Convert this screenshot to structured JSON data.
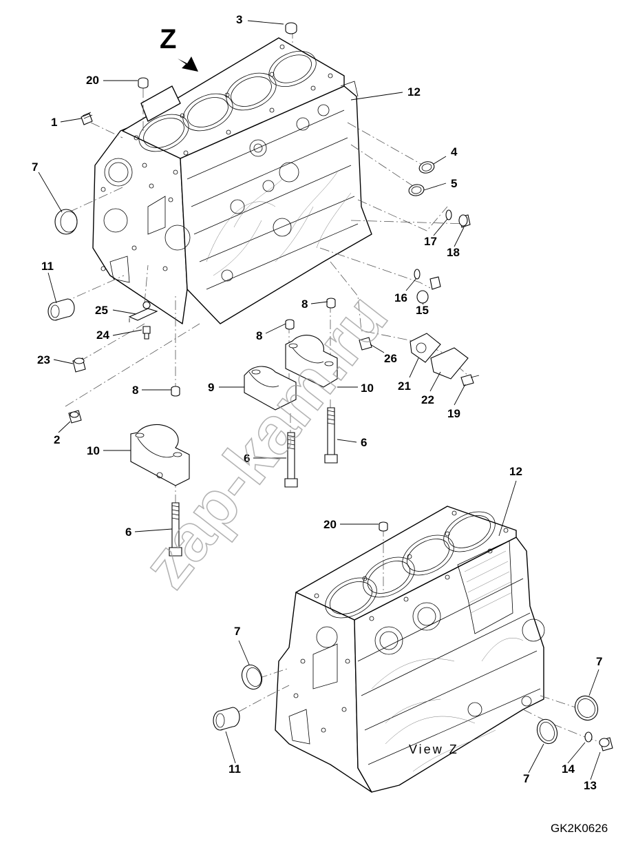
{
  "diagram": {
    "code": "GK2K0626",
    "view_caption": "View Z",
    "view_letter": "Z",
    "watermark": "zap-kam.ru",
    "labels": [
      {
        "id": "l3",
        "text": "3"
      },
      {
        "id": "l20a",
        "text": "20"
      },
      {
        "id": "l12a",
        "text": "12"
      },
      {
        "id": "l1",
        "text": "1"
      },
      {
        "id": "l7a",
        "text": "7"
      },
      {
        "id": "l4",
        "text": "4"
      },
      {
        "id": "l5",
        "text": "5"
      },
      {
        "id": "l17",
        "text": "17"
      },
      {
        "id": "l18",
        "text": "18"
      },
      {
        "id": "l11a",
        "text": "11"
      },
      {
        "id": "l16",
        "text": "16"
      },
      {
        "id": "l15",
        "text": "15"
      },
      {
        "id": "l25",
        "text": "25"
      },
      {
        "id": "l8a",
        "text": "8"
      },
      {
        "id": "l24",
        "text": "24"
      },
      {
        "id": "l8b",
        "text": "8"
      },
      {
        "id": "l26",
        "text": "26"
      },
      {
        "id": "l23",
        "text": "23"
      },
      {
        "id": "l21",
        "text": "21"
      },
      {
        "id": "l8c",
        "text": "8"
      },
      {
        "id": "l9",
        "text": "9"
      },
      {
        "id": "l10a",
        "text": "10"
      },
      {
        "id": "l22",
        "text": "22"
      },
      {
        "id": "l19",
        "text": "19"
      },
      {
        "id": "l2",
        "text": "2"
      },
      {
        "id": "l6a",
        "text": "6"
      },
      {
        "id": "l10b",
        "text": "10"
      },
      {
        "id": "l6b",
        "text": "6"
      },
      {
        "id": "l12b",
        "text": "12"
      },
      {
        "id": "l6c",
        "text": "6"
      },
      {
        "id": "l20b",
        "text": "20"
      },
      {
        "id": "l7b",
        "text": "7"
      },
      {
        "id": "l7c",
        "text": "7"
      },
      {
        "id": "l11b",
        "text": "11"
      },
      {
        "id": "l14",
        "text": "14"
      },
      {
        "id": "l7d",
        "text": "7"
      },
      {
        "id": "l13",
        "text": "13"
      }
    ]
  }
}
